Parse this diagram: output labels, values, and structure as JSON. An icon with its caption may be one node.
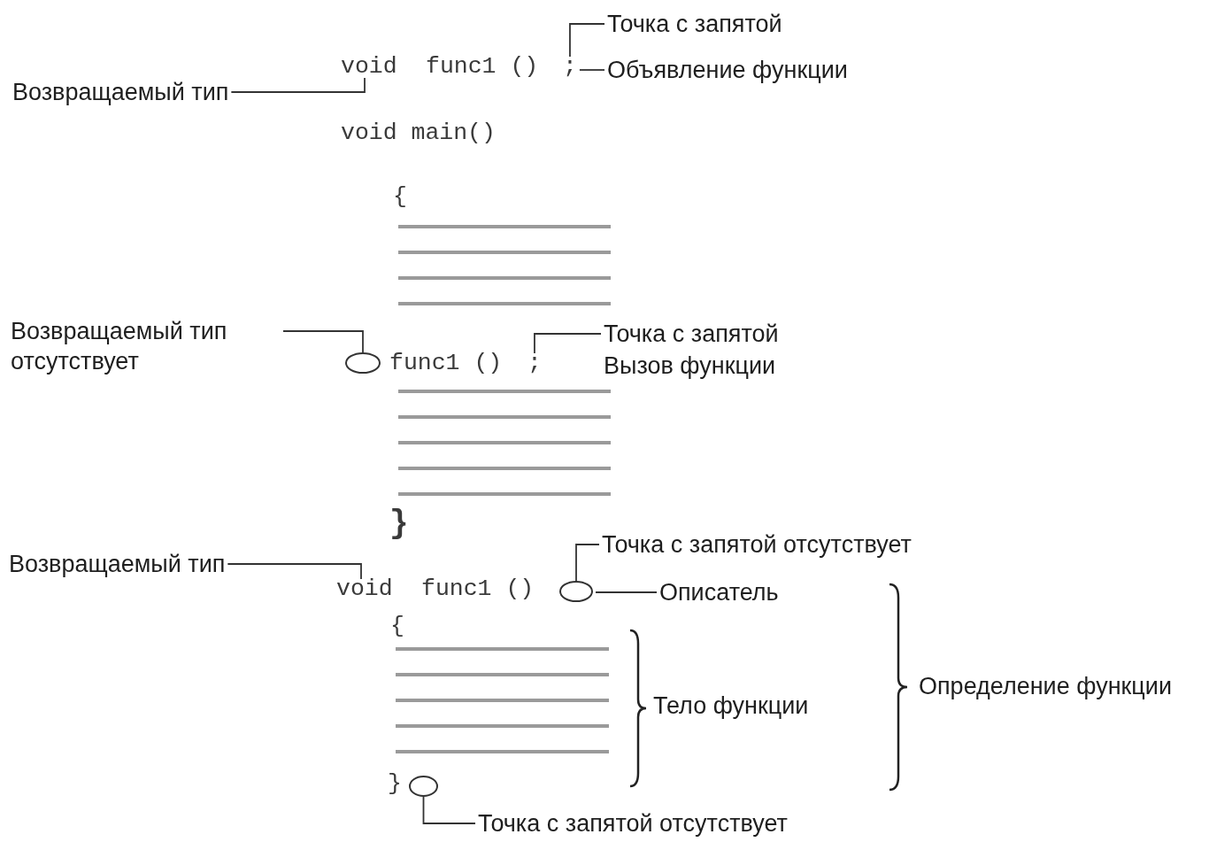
{
  "diagram": {
    "nodes": [
      {
        "text": [
          "Точка с запятой"
        ]
      },
      {
        "text": [
          "void"
        ]
      },
      {
        "text": [
          "func1 ()"
        ]
      },
      {
        "text": [
          ";"
        ]
      },
      {
        "text": [
          "Объявление функции"
        ]
      },
      {
        "text": [
          "Возвращаемый тип"
        ]
      },
      {
        "text": [
          "Возвращаемый тип отсутствует"
        ]
      },
      {
        "text": [],
        "shape": "circle"
      },
      {
        "text": [
          "func1 ()"
        ]
      },
      {
        "text": [
          ";"
        ]
      },
      {
        "text": [
          "Точка с запятой"
        ]
      },
      {
        "text": [
          "Точка с запятой отсутствует"
        ]
      },
      {
        "text": [
          "Возвращаемый тип"
        ]
      },
      {
        "text": [
          "void"
        ]
      },
      {
        "text": [
          "func1 ()"
        ]
      },
      {
        "text": [],
        "shape": "circle"
      },
      {
        "text": [
          "Описатель"
        ]
      },
      {
        "text": [],
        "shape": "circle"
      },
      {
        "text": [
          "Точка с запятой отсутствует"
        ]
      }
    ],
    "edges": [
      {
        "from": 0,
        "to": 3,
        "arrow": "none"
      },
      {
        "from": 4,
        "to": 3,
        "arrow": "none"
      },
      {
        "from": 5,
        "to": 1,
        "arrow": "none"
      },
      {
        "from": 6,
        "to": 7,
        "arrow": "none"
      },
      {
        "from": 10,
        "to": 9,
        "arrow": "none"
      },
      {
        "from": 11,
        "to": 15,
        "arrow": "none"
      },
      {
        "from": 16,
        "to": 15,
        "arrow": "none"
      },
      {
        "from": 12,
        "to": 13,
        "arrow": "none"
      },
      {
        "from": 18,
        "to": 17,
        "arrow": "none"
      }
    ],
    "labels": [
      "void main()",
      "{",
      "Вызов функции",
      "}",
      "{",
      "Тело функции",
      "Определение функции",
      "}"
    ]
  }
}
